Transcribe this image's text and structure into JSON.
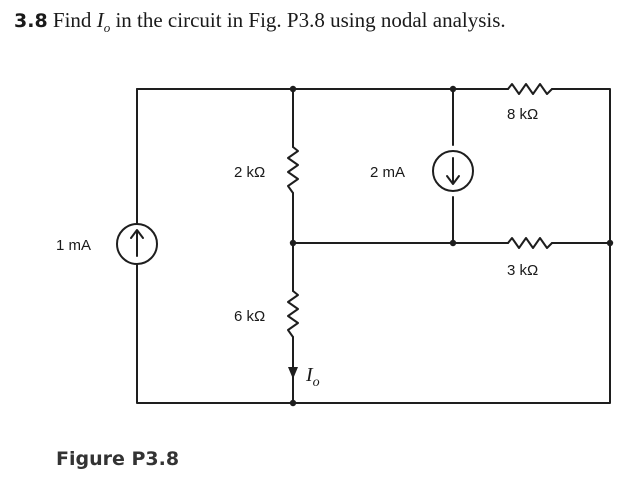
{
  "problem": {
    "number": "3.8",
    "text_before": "Find ",
    "variable": "I",
    "variable_sub": "o",
    "text_after": " in the circuit in Fig. P3.8 using nodal analysis."
  },
  "circuit": {
    "current_source_left": "1 mA",
    "current_source_right": "2 mA",
    "resistor_top_middle": "2 kΩ",
    "resistor_bottom_middle": "6 kΩ",
    "resistor_top_right": "8 kΩ",
    "resistor_mid_right": "3 kΩ",
    "current_label": "I",
    "current_label_sub": "o"
  },
  "figure_caption": "Figure P3.8"
}
